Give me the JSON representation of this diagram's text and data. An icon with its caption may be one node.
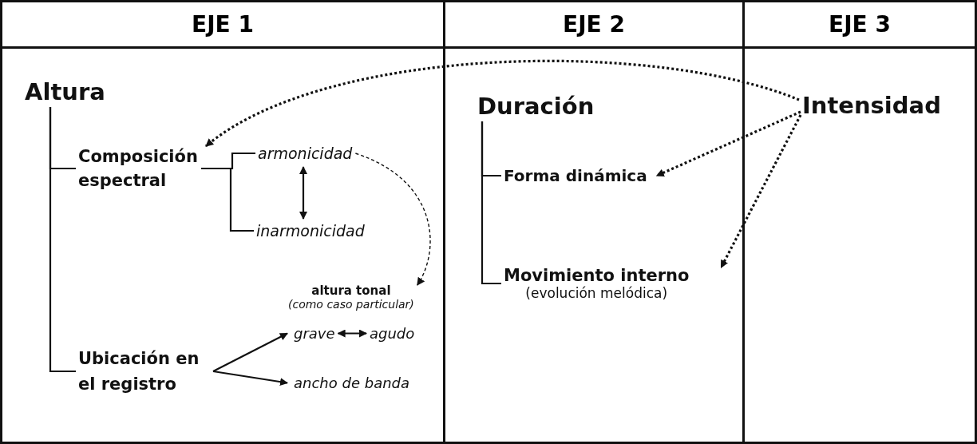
{
  "diagram": {
    "nodes": [
      {
        "text": [
          "EJE 1"
        ]
      },
      {
        "text": [
          "EJE 2"
        ]
      },
      {
        "text": [
          "EJE 3"
        ]
      },
      {
        "text": [
          "Altura"
        ],
        "in": 0
      },
      {
        "text": [
          "Composición espectral"
        ],
        "in": 0
      },
      {
        "text": [
          "armonicidad"
        ],
        "in": 0
      },
      {
        "text": [
          "inarmonicidad"
        ],
        "in": 0
      },
      {
        "text": [
          "altura tonal",
          "(como caso particular)"
        ],
        "in": 0
      },
      {
        "text": [
          "Ubicación en el registro"
        ],
        "in": 0
      },
      {
        "text": [
          "grave"
        ],
        "in": 0
      },
      {
        "text": [
          "agudo"
        ],
        "in": 0
      },
      {
        "text": [
          "ancho de banda"
        ],
        "in": 0
      },
      {
        "text": [
          "Duración"
        ],
        "in": 1
      },
      {
        "text": [
          "Forma dinámica"
        ],
        "in": 1
      },
      {
        "text": [
          "Movimiento interno",
          "(evolución melódica)"
        ],
        "in": 1
      },
      {
        "text": [
          "Intensidad"
        ],
        "in": 2
      }
    ],
    "edges": [
      {
        "from": 3,
        "to": 4,
        "arrow": "none"
      },
      {
        "from": 3,
        "to": 8,
        "arrow": "none"
      },
      {
        "from": 4,
        "to": 5,
        "arrow": "none"
      },
      {
        "from": 4,
        "to": 6,
        "arrow": "none"
      },
      {
        "from": 5,
        "to": 6,
        "arrow": "both"
      },
      {
        "from": 5,
        "to": 7,
        "arrow": "to",
        "style": "dashed"
      },
      {
        "from": 8,
        "to": 9,
        "arrow": "to"
      },
      {
        "from": 8,
        "to": 11,
        "arrow": "to"
      },
      {
        "from": 9,
        "to": 10,
        "arrow": "both"
      },
      {
        "from": 12,
        "to": 13,
        "arrow": "none"
      },
      {
        "from": 12,
        "to": 14,
        "arrow": "none"
      },
      {
        "from": 15,
        "to": 4,
        "arrow": "to",
        "style": "dashed"
      },
      {
        "from": 15,
        "to": 13,
        "arrow": "to",
        "style": "dashed"
      },
      {
        "from": 15,
        "to": 14,
        "arrow": "to",
        "style": "dashed"
      }
    ]
  }
}
